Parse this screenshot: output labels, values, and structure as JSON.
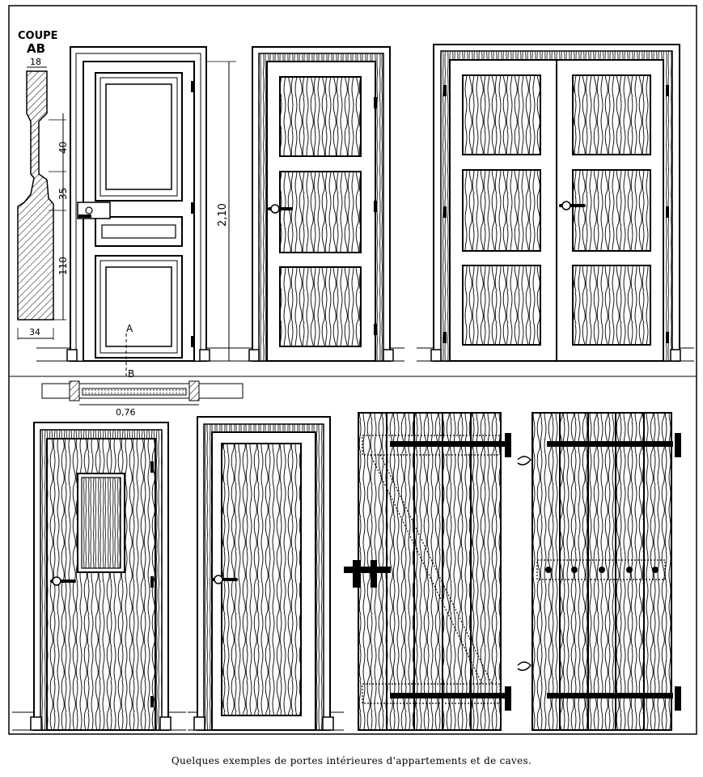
{
  "section": {
    "title": "COUPE",
    "sub": "AB",
    "dims": [
      "18",
      "40",
      "35",
      "110",
      "34"
    ]
  },
  "door1": {
    "height": "2,10",
    "mark_a": "A",
    "mark_b": "B",
    "width": "0,76"
  },
  "caption": "Quelques exemples de portes intérieures d'appartements et de caves."
}
